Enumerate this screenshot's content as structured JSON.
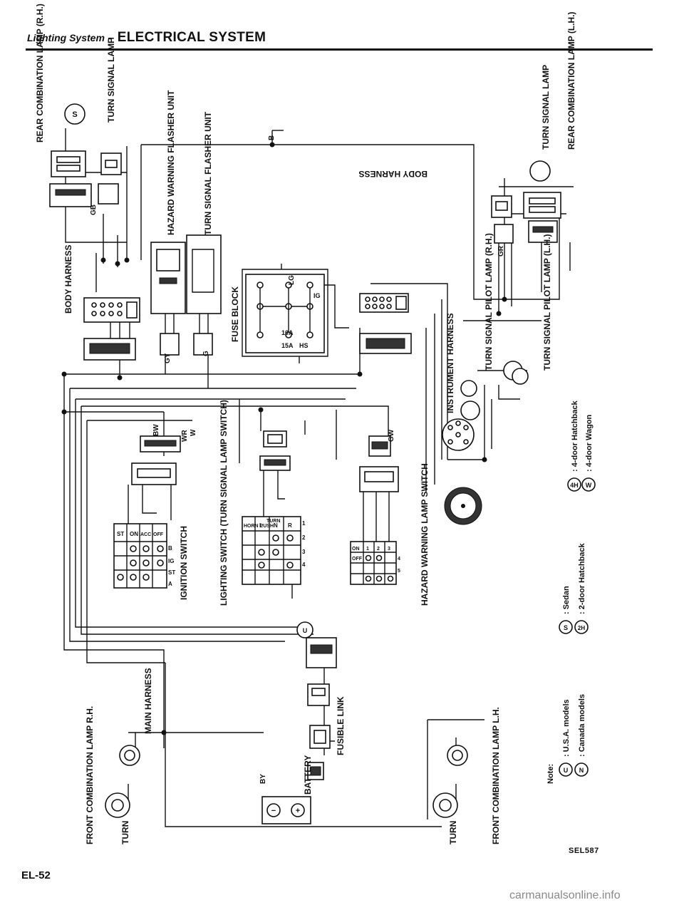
{
  "header": {
    "section": "Lighting System",
    "separator": "–",
    "title": "ELECTRICAL SYSTEM"
  },
  "footer": {
    "page": "EL-52",
    "figure_code": "SEL587",
    "watermark": "carmanualsonline.info"
  },
  "components": {
    "rear_combination_rh": "REAR COMBINATION LAMP (R.H.)",
    "turn_signal_lamp_rh": "TURN SIGNAL LAMP",
    "rear_combination_lh": "REAR COMBINATION LAMP (L.H.)",
    "turn_signal_lamp_lh": "TURN SIGNAL LAMP",
    "body_harness": "BODY HARNESS",
    "body_harness_mirrored": "BODY HARNESS",
    "hazard_unit": "HAZARD WARNING FLASHER UNIT",
    "turn_unit": "TURN SIGNAL FLASHER UNIT",
    "fuse_block": "FUSE BLOCK",
    "instrument_harness": "INSTRUMENT HARNESS",
    "turn_pilot_rh": "TURN SIGNAL PILOT LAMP (R.H.)",
    "turn_pilot_lh": "TURN SIGNAL PILOT LAMP (L.H.)",
    "ignition_switch": "IGNITION SWITCH",
    "lighting_switch": "LIGHTING SWITCH (TURN SIGNAL LAMP SWITCH)",
    "hazard_switch": "HAZARD WARNING LAMP SWITCH",
    "main_harness": "MAIN HARNESS",
    "battery": "BATTERY",
    "fusible_link": "FUSIBLE LINK",
    "front_comb_rh": "FRONT COMBINATION LAMP R.H.",
    "front_comb_lh": "FRONT COMBINATION LAMP L.H.",
    "turn_rh": "TURN",
    "turn_lh": "TURN"
  },
  "fuses": [
    "10A",
    "15A"
  ],
  "fuse_ids": [
    "HS",
    "IG"
  ],
  "wire_labels": [
    "GB",
    "B",
    "GR",
    "BW",
    "WR",
    "W",
    "GY",
    "GW",
    "G",
    "BY",
    "LG"
  ],
  "legend": {
    "symbols": [
      {
        "symbol": "4H",
        "text": ": 4-door Hatchback"
      },
      {
        "symbol": "W",
        "text": ": 4-door Wagon"
      },
      {
        "symbol": "S",
        "text": ": Sedan"
      },
      {
        "symbol": "2H",
        "text": ": 2-door Hatchback"
      }
    ],
    "note_title": "Note:",
    "notes": [
      {
        "symbol": "U",
        "text": ": U.S.A. models"
      },
      {
        "symbol": "N",
        "text": ": Canada models"
      }
    ]
  },
  "ignition_table": {
    "columns": [
      "ST",
      "ON",
      "ACC",
      "OFF"
    ],
    "rows": [
      "B",
      "IG",
      "ST",
      "A"
    ]
  },
  "lighting_table": {
    "columns": [
      "HORN PUSH",
      "L",
      "N",
      "R"
    ],
    "group": "TURN",
    "rows": [
      "1",
      "2",
      "3",
      "4"
    ]
  },
  "hazard_table": {
    "columns": [
      "ON",
      "OFF"
    ],
    "rows": [
      "1",
      "2",
      "3",
      "4",
      "5"
    ]
  }
}
